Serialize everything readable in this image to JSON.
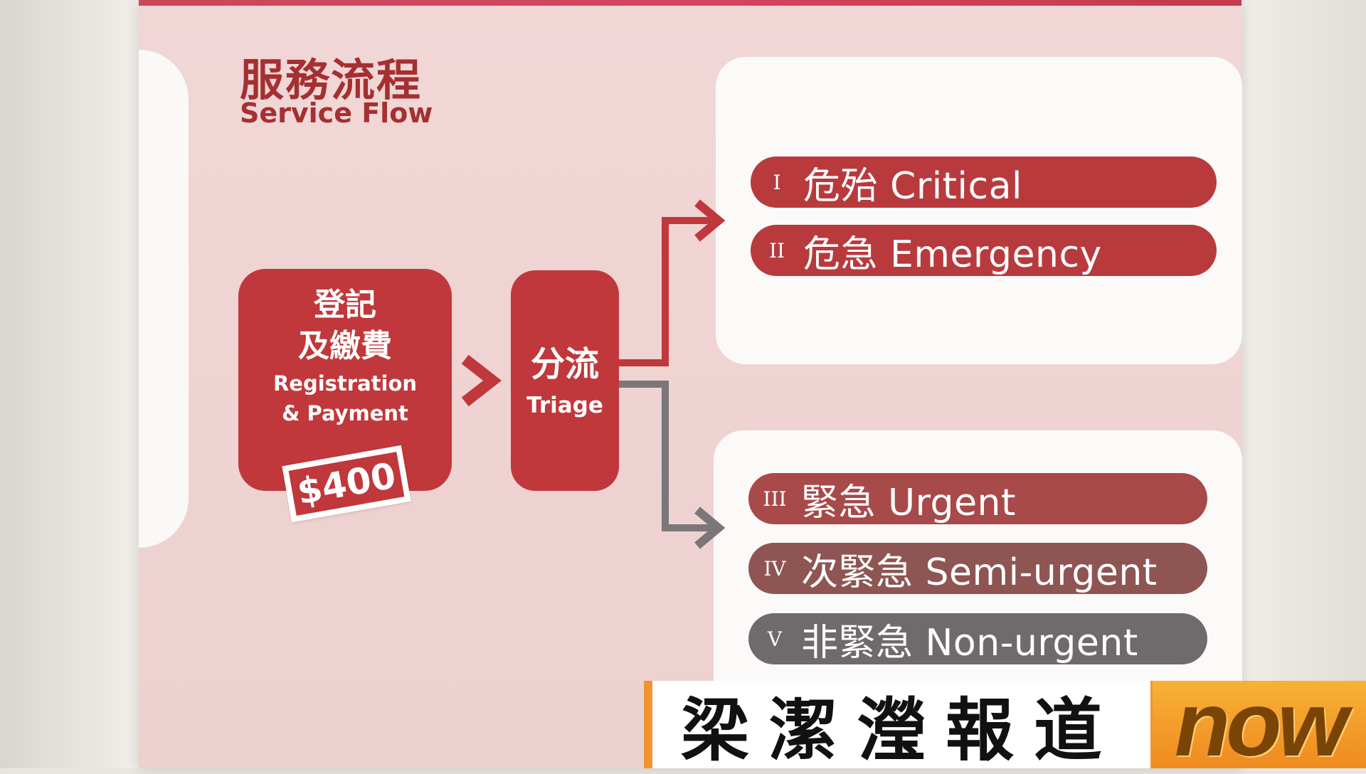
{
  "poster": {
    "title_zh": "服務流程",
    "title_en": "Service Flow",
    "registration": {
      "zh_line1": "登記",
      "zh_line2": "及繳費",
      "en_line1": "Registration",
      "en_line2": "& Payment",
      "price": "$400"
    },
    "triage": {
      "zh": "分流",
      "en": "Triage"
    },
    "categories": [
      {
        "num": "I",
        "label": "危殆 Critical",
        "color": "#b83a3d"
      },
      {
        "num": "II",
        "label": "危急 Emergency",
        "color": "#b83a3d"
      },
      {
        "num": "III",
        "label": "緊急 Urgent",
        "color": "#a8494a"
      },
      {
        "num": "IV",
        "label": "次緊急 Semi-urgent",
        "color": "#8e5553"
      },
      {
        "num": "V",
        "label": "非緊急 Non-urgent",
        "color": "#6f6a6c"
      }
    ],
    "colors": {
      "brand_red": "#c0383b",
      "connector_red": "#c0383b",
      "connector_grey": "#7b7677"
    }
  },
  "broadcast": {
    "caption": "梁潔瀅報道",
    "logo": "now"
  }
}
